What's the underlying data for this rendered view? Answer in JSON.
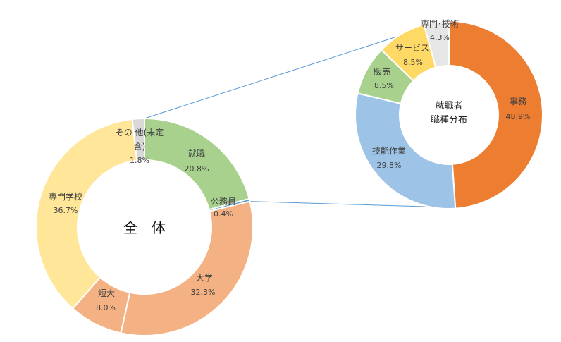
{
  "chart_data": [
    {
      "type": "pie",
      "variant": "donut",
      "center_label": "全　体",
      "segments": [
        {
          "label": "就職",
          "value": 20.8,
          "pct_text": "20.8%",
          "color": "#A9D18E"
        },
        {
          "label": "公務員",
          "value": 0.4,
          "pct_text": "0.4%",
          "color": "#5B9BD5"
        },
        {
          "label": "大学",
          "value": 32.3,
          "pct_text": "32.3%",
          "color": "#F4B183"
        },
        {
          "label": "短大",
          "value": 8.0,
          "pct_text": "8.0%",
          "color": "#F4B183"
        },
        {
          "label": "専門学校",
          "value": 36.7,
          "pct_text": "36.7%",
          "color": "#FFE699"
        },
        {
          "label_lines": [
            "その 他(未定",
            "含)"
          ],
          "value": 1.8,
          "pct_text": "1.8%",
          "color": "#D9D9D9"
        }
      ]
    },
    {
      "type": "pie",
      "variant": "donut",
      "center_label_lines": [
        "就職者",
        "職種分布"
      ],
      "segments": [
        {
          "label": "事務",
          "value": 48.9,
          "pct_text": "48.9%",
          "color": "#ED7D31"
        },
        {
          "label": "技能作業",
          "value": 29.8,
          "pct_text": "29.8%",
          "color": "#9DC3E6"
        },
        {
          "label": "販売",
          "value": 8.5,
          "pct_text": "8.5%",
          "color": "#A9D18E"
        },
        {
          "label": "サービス",
          "value": 8.5,
          "pct_text": "8.5%",
          "color": "#FFD966"
        },
        {
          "label": "専門･技術",
          "value": 4.3,
          "pct_text": "4.3%",
          "color": "#E7E6E6"
        }
      ]
    }
  ]
}
